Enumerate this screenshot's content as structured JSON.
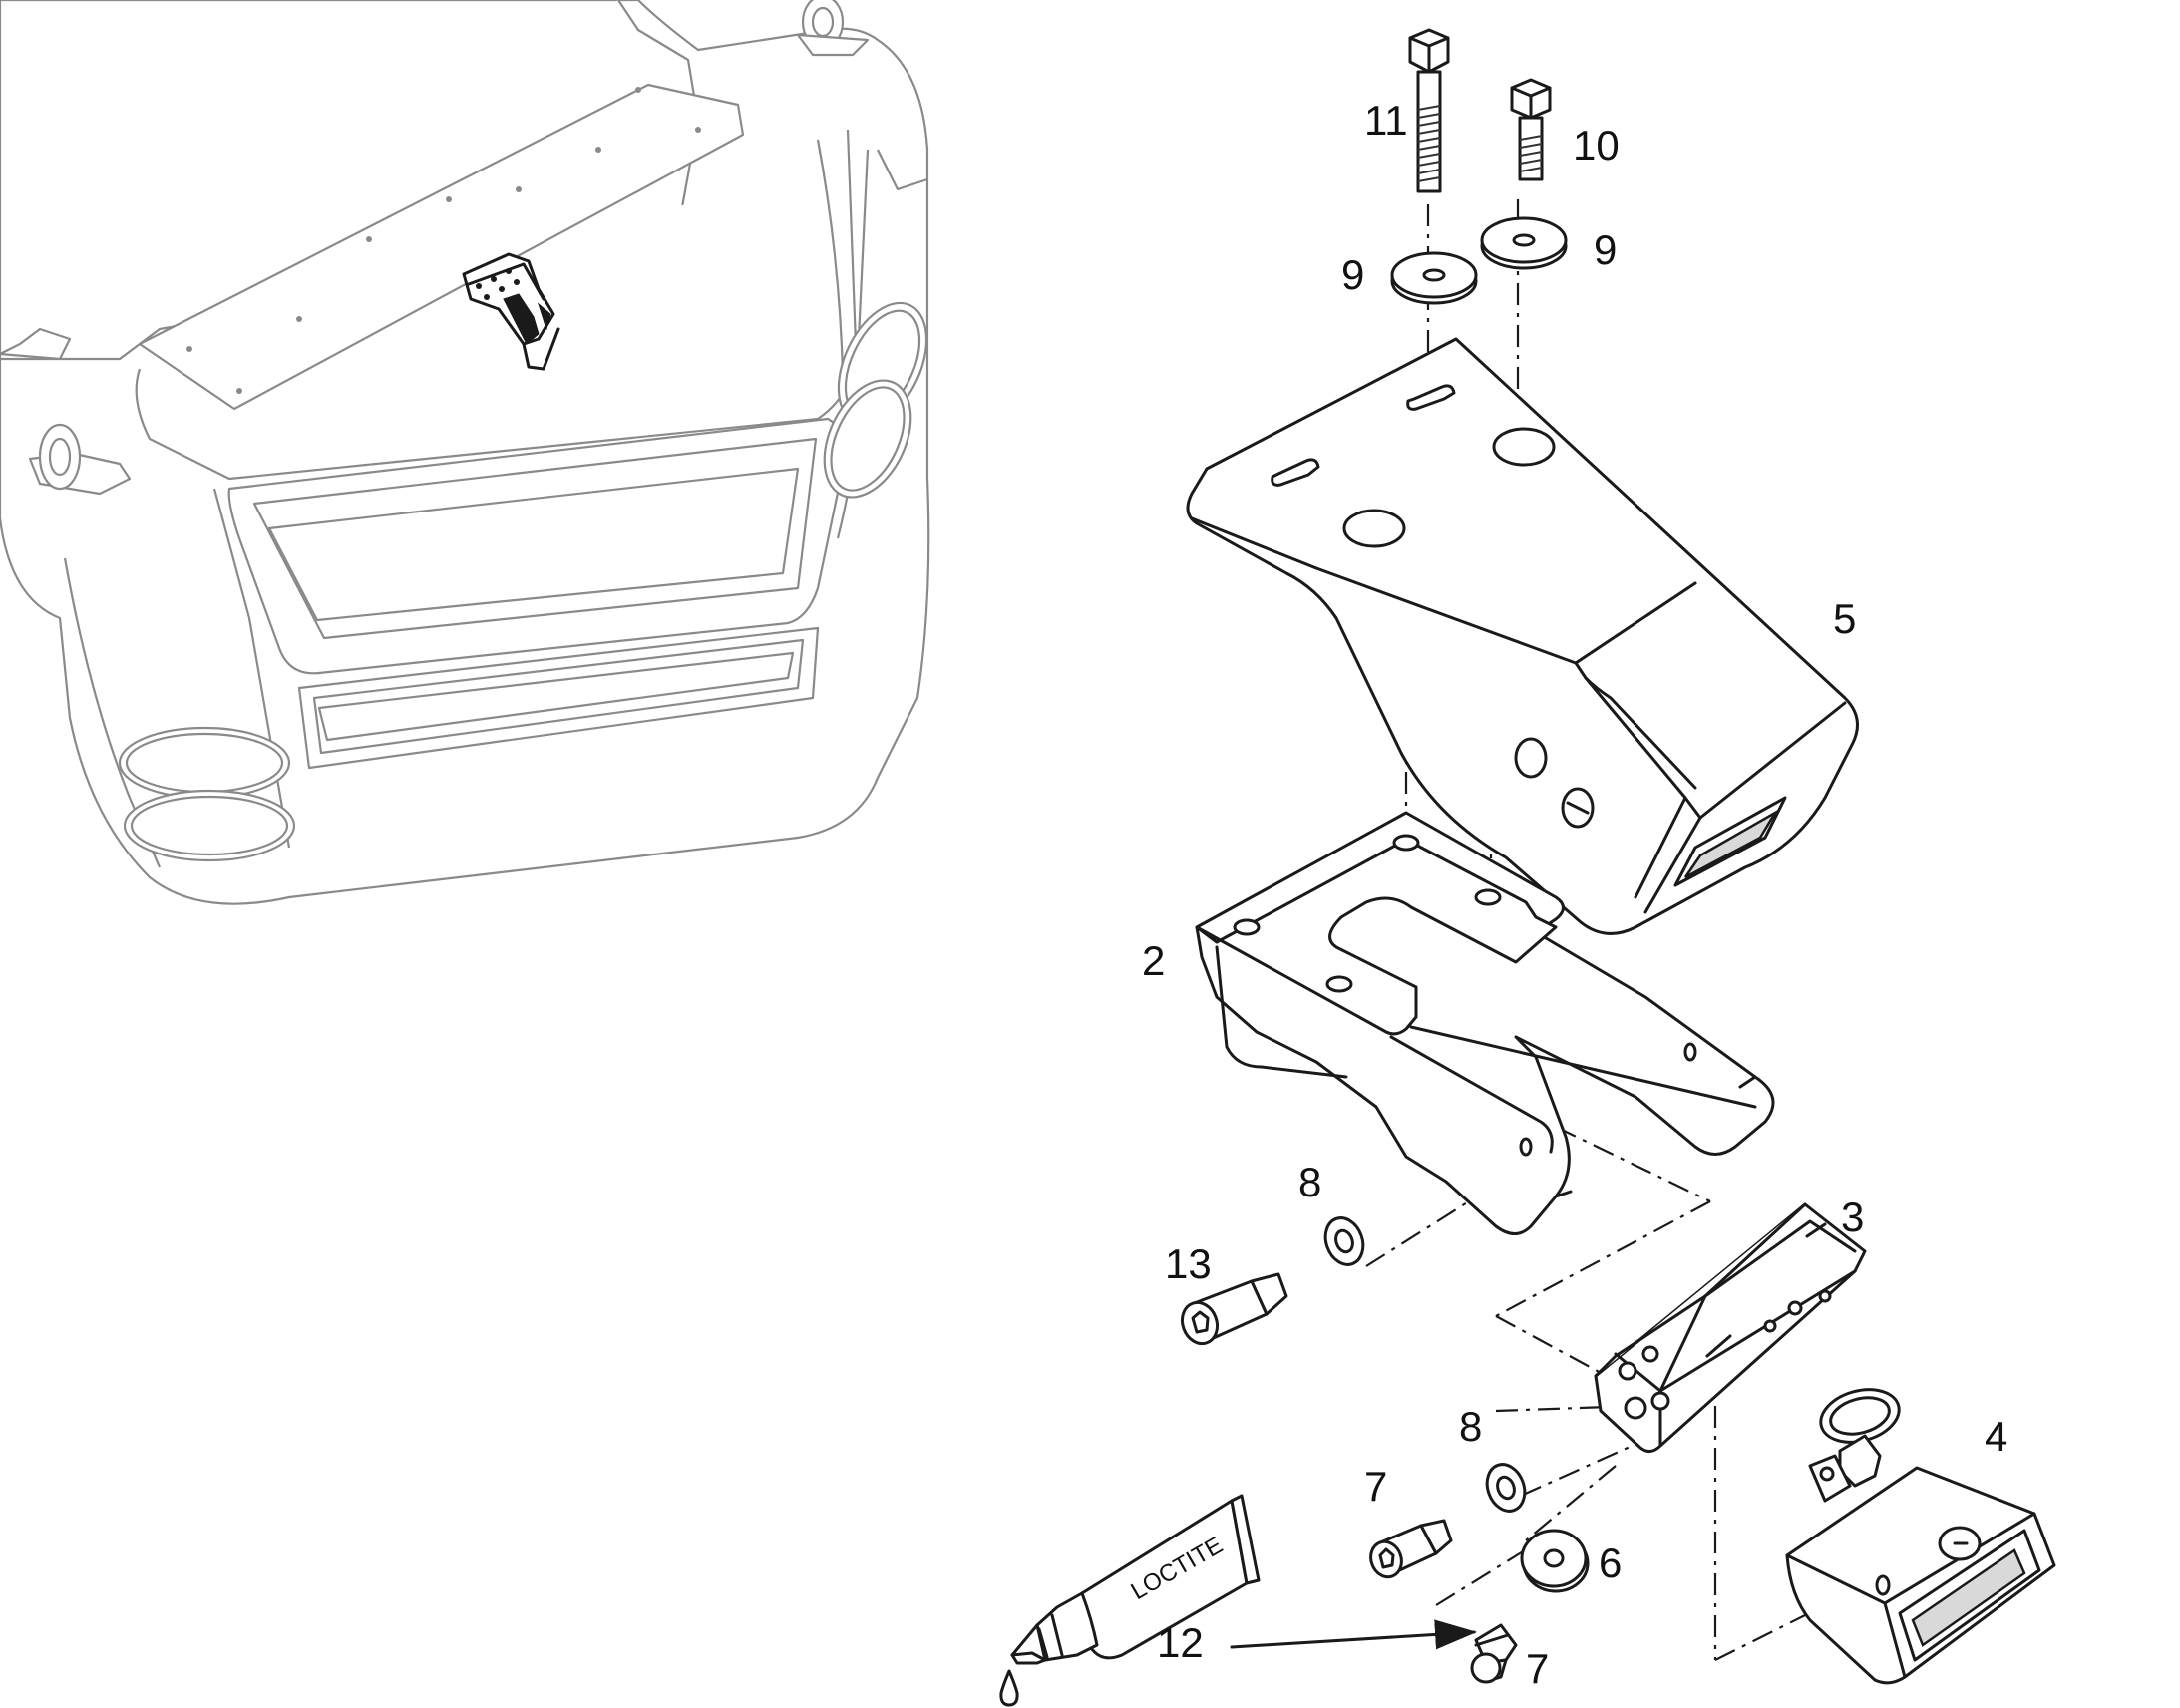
{
  "callouts": {
    "c2": "2",
    "c3": "3",
    "c4": "4",
    "c5": "5",
    "c6": "6",
    "c7a": "7",
    "c7b": "7",
    "c8a": "8",
    "c8b": "8",
    "c9a": "9",
    "c9b": "9",
    "c10": "10",
    "c11": "11",
    "c12": "12",
    "c13": "13"
  },
  "tube_label": "LOCTITE",
  "colors": {
    "line": "#1a1a1a",
    "faint_line": "#8a8a8a",
    "background": "#ffffff"
  }
}
